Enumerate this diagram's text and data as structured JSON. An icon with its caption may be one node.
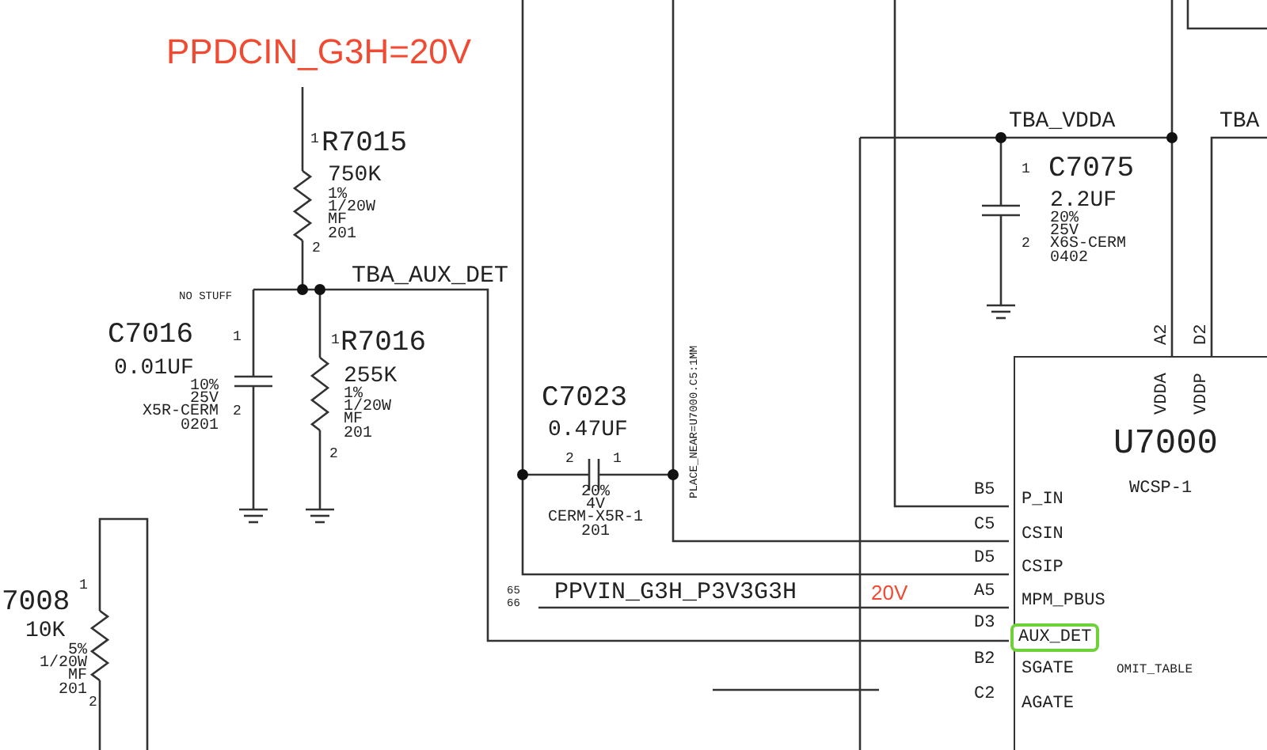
{
  "diagram": {
    "nodes": [
      {
        "text": [
          "U7000",
          "WCSP-1"
        ]
      },
      {
        "text": [
          "AUX_DET"
        ],
        "in": 0
      }
    ],
    "labels": [
      "PPDCIN_G3H=20V",
      "1",
      "R7015",
      "750K",
      "1% 1/20W MF 201",
      "2",
      "TBA_AUX_DET",
      "NO STUFF",
      "C7016",
      "0.01UF",
      "10% 25V X5R-CERM 0201",
      "1",
      "2",
      "1",
      "R7016",
      "255K",
      "1% 1/20W MF 201",
      "2",
      "C7023",
      "0.47UF",
      "2",
      "1",
      "20% 4V CERM-X5R-1 201",
      "PLACE_NEAR=U7000.C5:1MM",
      "TBA_VDDA",
      "1",
      "C7075",
      "2.2UF",
      "20% 25V X6S-CERM 0402",
      "2",
      "TBA",
      "A2",
      "D2",
      "VDDA",
      "VDDP",
      "7008",
      "1",
      "10K",
      "5% 1/20W MF 201",
      "2",
      "B5",
      "P_IN",
      "C5",
      "CSIN",
      "D5",
      "CSIP",
      "PPVIN_G3H_P3V3G3H",
      "65",
      "66",
      "20V",
      "A5",
      "MPM_PBUS",
      "D3",
      "OMIT_TABLE",
      "B2",
      "SGATE",
      "C2",
      "AGATE"
    ]
  }
}
